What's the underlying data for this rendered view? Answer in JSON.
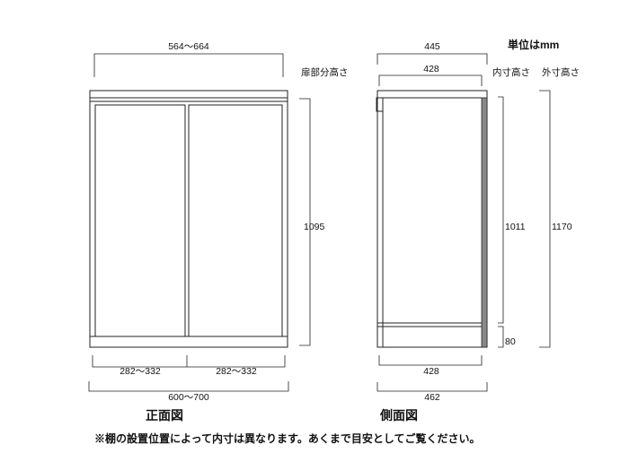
{
  "unit_label": "単位はmm",
  "front_view": {
    "caption": "正面図",
    "width_top": "564～664",
    "door_height_heading": "扉部分高さ",
    "door_height": "1095",
    "door_left_width": "282～332",
    "door_right_width": "282～332",
    "overall_width": "600～700"
  },
  "side_view": {
    "caption": "側面図",
    "outer_depth_top": "445",
    "inner_depth_top": "428",
    "inner_height_heading": "内寸高さ",
    "outer_height_heading": "外寸高さ",
    "inner_height": "1011",
    "outer_height": "1170",
    "plinth_height": "80",
    "inner_depth_bottom": "428",
    "outer_depth_bottom": "462"
  },
  "footnote": "※棚の設置位置によって内寸は異なります。あくまで目安としてご覧ください。",
  "colors": {
    "line": "#222222",
    "side_panel": "#888888",
    "background": "#ffffff"
  }
}
